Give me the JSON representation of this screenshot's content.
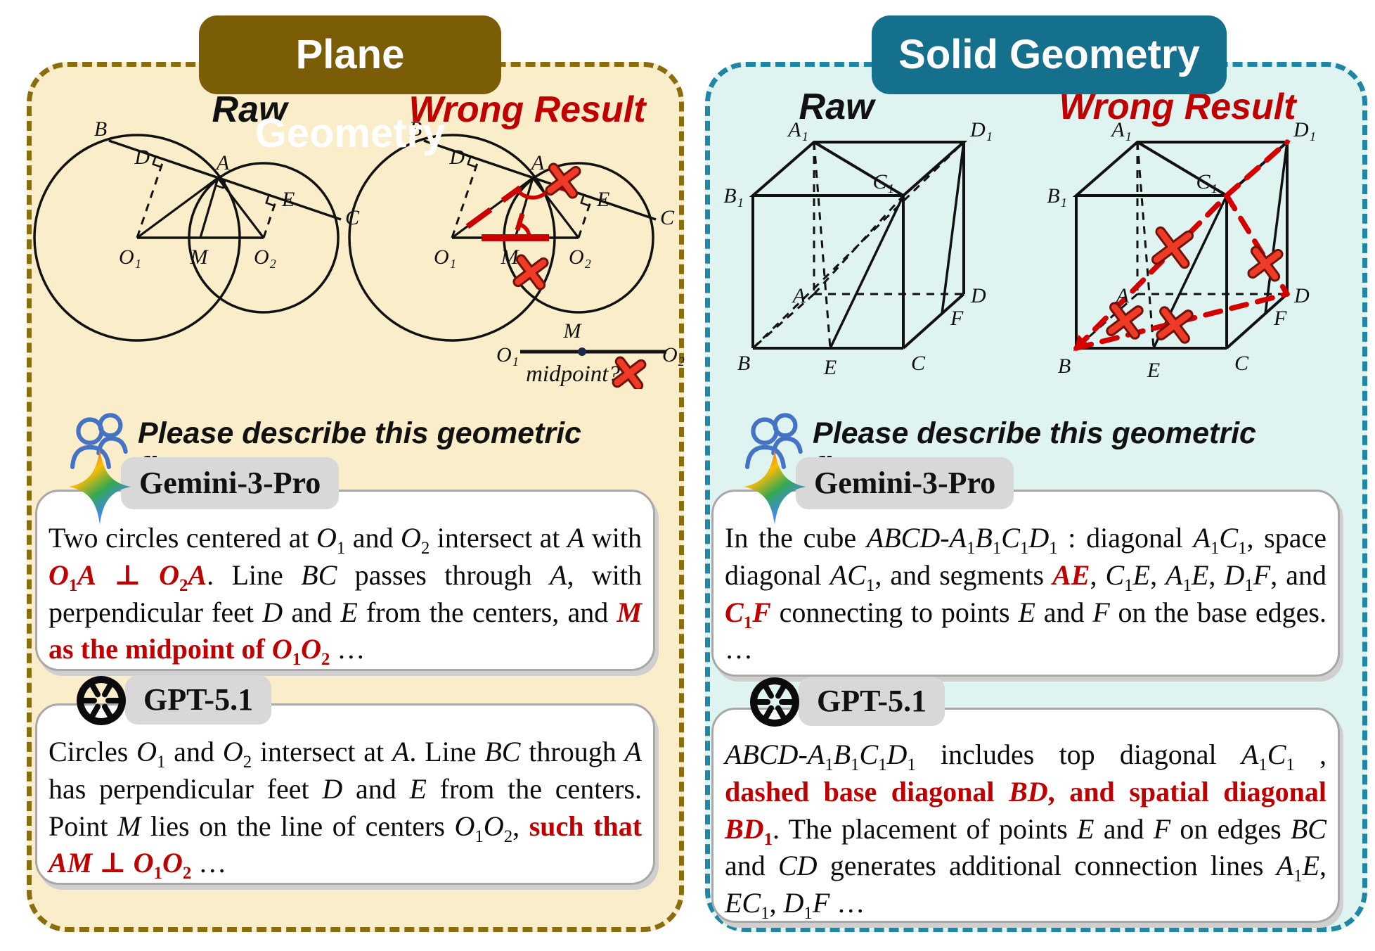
{
  "models": {
    "gemini": "Gemini-3-Pro",
    "gpt": "GPT-5.1"
  },
  "prompt": "Please describe this geometric figure.",
  "colors": {
    "plane_badge": "#7B5D08",
    "plane_border": "#8A6D0E",
    "plane_bg": "#FAEDC9",
    "solid_badge": "#15708D",
    "solid_border": "#1F86A6",
    "solid_bg": "#DFF4F1",
    "error_red": "#C00000",
    "x_mark_red": "#EF3B25",
    "user_icon_blue": "#4472C4"
  },
  "left": {
    "title": "Plane Geometry",
    "raw_label": "Raw",
    "wrong_label": "Wrong Result",
    "labels": {
      "B": "B",
      "D": "D",
      "A": "A",
      "E": "E",
      "C": "C",
      "O1": "O₁",
      "M": "M",
      "O2": "O₂"
    },
    "subfig": {
      "O1": "O₁",
      "O2": "O₂",
      "M": "M",
      "caption": "midpoint?"
    },
    "gemini_segments": [
      {
        "t": "Two circles centered at "
      },
      {
        "t": "O",
        "v": 1
      },
      {
        "t": "1",
        "s": 1
      },
      {
        "t": " and "
      },
      {
        "t": "O",
        "v": 1
      },
      {
        "t": "2",
        "s": 1
      },
      {
        "t": " intersect at "
      },
      {
        "t": "A",
        "v": 1
      },
      {
        "t": " with "
      },
      {
        "t": "O",
        "v": 1,
        "r": 1
      },
      {
        "t": "1",
        "s": 1,
        "r": 1
      },
      {
        "t": "A",
        "v": 1,
        "r": 1
      },
      {
        "t": " ⊥ ",
        "r": 1
      },
      {
        "t": "O",
        "v": 1,
        "r": 1
      },
      {
        "t": "2",
        "s": 1,
        "r": 1
      },
      {
        "t": "A",
        "v": 1,
        "r": 1
      },
      {
        "t": ". Line "
      },
      {
        "t": "BC",
        "v": 1
      },
      {
        "t": " passes through "
      },
      {
        "t": "A",
        "v": 1
      },
      {
        "t": ", with perpendicular feet "
      },
      {
        "t": "D",
        "v": 1
      },
      {
        "t": " and "
      },
      {
        "t": "E",
        "v": 1
      },
      {
        "t": " from the centers, and "
      },
      {
        "t": "M",
        "v": 1,
        "r": 1
      },
      {
        "t": " as the midpoint of ",
        "r": 1
      },
      {
        "t": "O",
        "v": 1,
        "r": 1
      },
      {
        "t": "1",
        "s": 1,
        "r": 1
      },
      {
        "t": "O",
        "v": 1,
        "r": 1
      },
      {
        "t": "2",
        "s": 1,
        "r": 1
      },
      {
        "t": " …"
      }
    ],
    "gpt_segments": [
      {
        "t": "Circles "
      },
      {
        "t": "O",
        "v": 1
      },
      {
        "t": "1",
        "s": 1
      },
      {
        "t": " and "
      },
      {
        "t": "O",
        "v": 1
      },
      {
        "t": "2",
        "s": 1
      },
      {
        "t": " intersect at "
      },
      {
        "t": "A",
        "v": 1
      },
      {
        "t": ". Line "
      },
      {
        "t": "BC",
        "v": 1
      },
      {
        "t": " through "
      },
      {
        "t": "A",
        "v": 1
      },
      {
        "t": " has perpendicular feet "
      },
      {
        "t": "D",
        "v": 1
      },
      {
        "t": " and "
      },
      {
        "t": "E",
        "v": 1
      },
      {
        "t": " from the centers. Point "
      },
      {
        "t": "M",
        "v": 1
      },
      {
        "t": " lies on the line of centers "
      },
      {
        "t": "O",
        "v": 1
      },
      {
        "t": "1",
        "s": 1
      },
      {
        "t": "O",
        "v": 1
      },
      {
        "t": "2",
        "s": 1
      },
      {
        "t": ", "
      },
      {
        "t": "such that ",
        "r": 1
      },
      {
        "t": "AM",
        "v": 1,
        "r": 1
      },
      {
        "t": " ⊥ ",
        "r": 1
      },
      {
        "t": "O",
        "v": 1,
        "r": 1
      },
      {
        "t": "1",
        "s": 1,
        "r": 1
      },
      {
        "t": "O",
        "v": 1,
        "r": 1
      },
      {
        "t": "2",
        "s": 1,
        "r": 1
      },
      {
        "t": " …"
      }
    ]
  },
  "right": {
    "title": "Solid Geometry",
    "raw_label": "Raw",
    "wrong_label": "Wrong Result",
    "labels": {
      "A1": "A₁",
      "B1": "B₁",
      "C1": "C₁",
      "D1": "D₁",
      "A": "A",
      "B": "B",
      "C": "C",
      "D": "D",
      "E": "E",
      "F": "F"
    },
    "gemini_segments": [
      {
        "t": "In the cube "
      },
      {
        "t": "ABCD",
        "v": 1
      },
      {
        "t": "-"
      },
      {
        "t": "A",
        "v": 1
      },
      {
        "t": "1",
        "s": 1
      },
      {
        "t": "B",
        "v": 1
      },
      {
        "t": "1",
        "s": 1
      },
      {
        "t": "C",
        "v": 1
      },
      {
        "t": "1",
        "s": 1
      },
      {
        "t": "D",
        "v": 1
      },
      {
        "t": "1",
        "s": 1
      },
      {
        "t": " : diagonal "
      },
      {
        "t": "A",
        "v": 1
      },
      {
        "t": "1",
        "s": 1
      },
      {
        "t": "C",
        "v": 1
      },
      {
        "t": "1",
        "s": 1
      },
      {
        "t": ", space diagonal "
      },
      {
        "t": "AC",
        "v": 1
      },
      {
        "t": "1",
        "s": 1
      },
      {
        "t": ", and segments "
      },
      {
        "t": "AE",
        "v": 1,
        "r": 1
      },
      {
        "t": ", "
      },
      {
        "t": "C",
        "v": 1
      },
      {
        "t": "1",
        "s": 1
      },
      {
        "t": "E",
        "v": 1
      },
      {
        "t": ", "
      },
      {
        "t": "A",
        "v": 1
      },
      {
        "t": "1",
        "s": 1
      },
      {
        "t": "E",
        "v": 1
      },
      {
        "t": ", "
      },
      {
        "t": "D",
        "v": 1
      },
      {
        "t": "1",
        "s": 1
      },
      {
        "t": "F",
        "v": 1
      },
      {
        "t": ", and "
      },
      {
        "t": "C",
        "v": 1,
        "r": 1
      },
      {
        "t": "1",
        "s": 1,
        "r": 1
      },
      {
        "t": "F",
        "v": 1,
        "r": 1
      },
      {
        "t": " connecting to points "
      },
      {
        "t": "E",
        "v": 1
      },
      {
        "t": " and "
      },
      {
        "t": "F",
        "v": 1
      },
      {
        "t": " on the base edges. …"
      }
    ],
    "gpt_segments": [
      {
        "t": "ABCD",
        "v": 1
      },
      {
        "t": "-"
      },
      {
        "t": "A",
        "v": 1
      },
      {
        "t": "1",
        "s": 1
      },
      {
        "t": "B",
        "v": 1
      },
      {
        "t": "1",
        "s": 1
      },
      {
        "t": "C",
        "v": 1
      },
      {
        "t": "1",
        "s": 1
      },
      {
        "t": "D",
        "v": 1
      },
      {
        "t": "1",
        "s": 1
      },
      {
        "t": "  includes top diagonal "
      },
      {
        "t": "A",
        "v": 1
      },
      {
        "t": "1",
        "s": 1
      },
      {
        "t": "C",
        "v": 1
      },
      {
        "t": "1",
        "s": 1
      },
      {
        "t": " , "
      },
      {
        "t": "dashed base diagonal ",
        "r": 1
      },
      {
        "t": "BD",
        "v": 1,
        "r": 1
      },
      {
        "t": ", and spatial diagonal ",
        "r": 1
      },
      {
        "t": "BD",
        "v": 1,
        "r": 1
      },
      {
        "t": "1",
        "s": 1,
        "r": 1
      },
      {
        "t": ". The placement of points "
      },
      {
        "t": "E",
        "v": 1
      },
      {
        "t": " and "
      },
      {
        "t": "F",
        "v": 1
      },
      {
        "t": " on edges "
      },
      {
        "t": "BC",
        "v": 1
      },
      {
        "t": " and "
      },
      {
        "t": "CD",
        "v": 1
      },
      {
        "t": " generates additional connection lines "
      },
      {
        "t": "A",
        "v": 1
      },
      {
        "t": "1",
        "s": 1
      },
      {
        "t": "E",
        "v": 1
      },
      {
        "t": ", "
      },
      {
        "t": "EC",
        "v": 1
      },
      {
        "t": "1",
        "s": 1
      },
      {
        "t": ", "
      },
      {
        "t": "D",
        "v": 1
      },
      {
        "t": "1",
        "s": 1
      },
      {
        "t": "F",
        "v": 1
      },
      {
        "t": "  …"
      }
    ]
  }
}
